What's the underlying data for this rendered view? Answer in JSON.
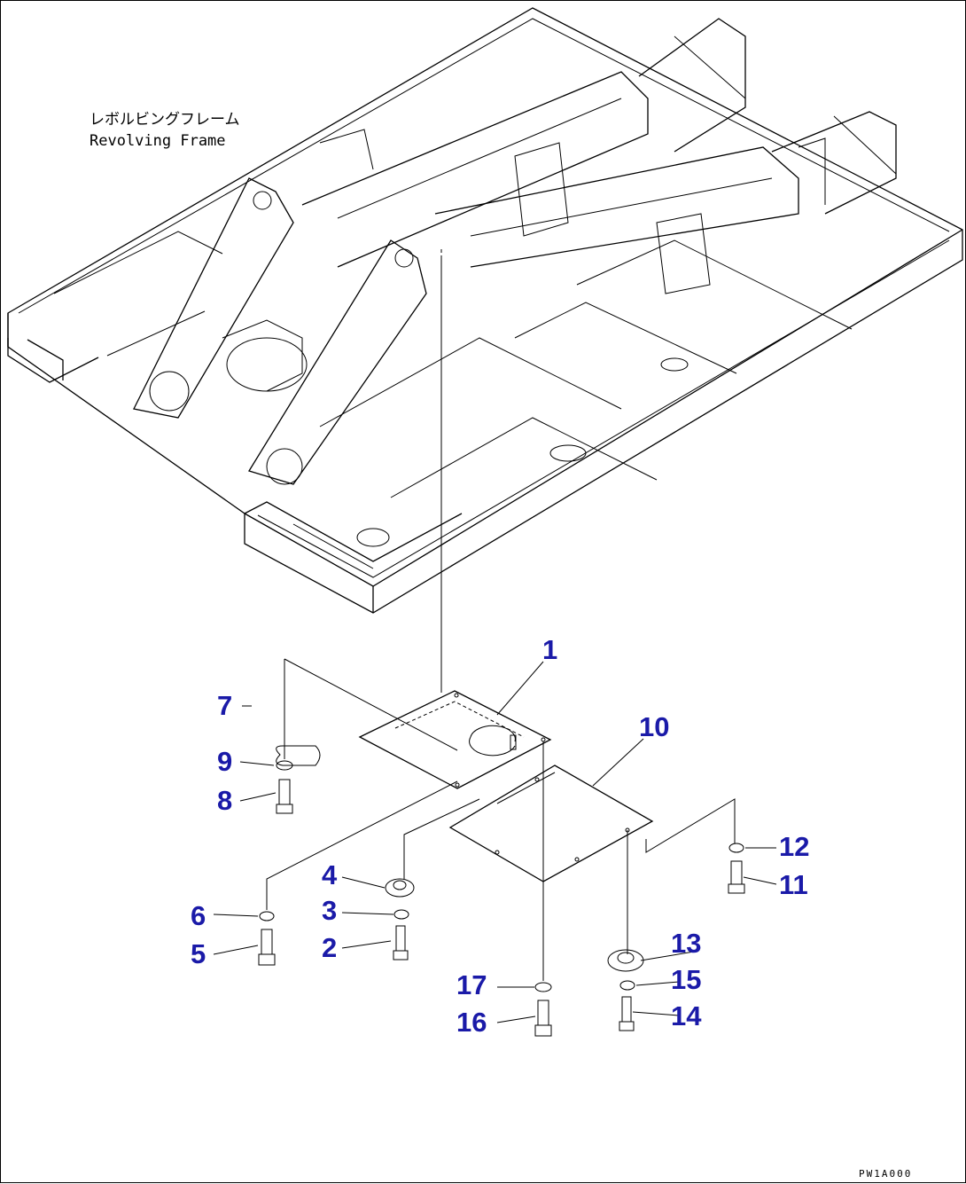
{
  "frame_label": {
    "japanese": "レボルビングフレーム",
    "english": "Revolving Frame"
  },
  "drawing_code": "PW1A000",
  "callouts": [
    "1",
    "2",
    "3",
    "4",
    "5",
    "6",
    "7",
    "8",
    "9",
    "10",
    "11",
    "12",
    "13",
    "14",
    "15",
    "16",
    "17"
  ],
  "colors": {
    "callout": "#1a1aa8",
    "line": "#000000",
    "background": "#ffffff"
  }
}
